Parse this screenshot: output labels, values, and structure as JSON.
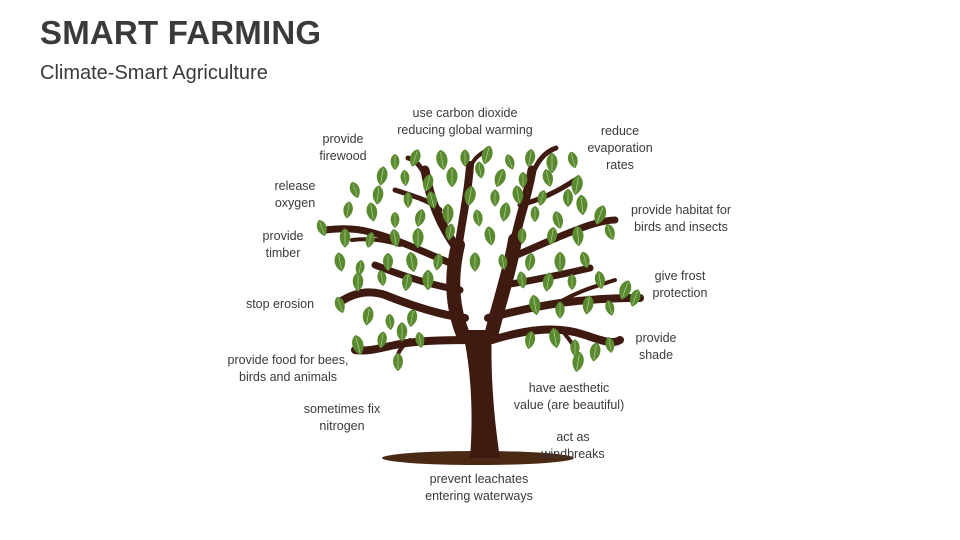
{
  "header": {
    "title": "SMART FARMING",
    "subtitle": "Climate-Smart Agriculture"
  },
  "colors": {
    "trunk": "#3e1a10",
    "leaf": "#5a8a2e",
    "leaf_vein": "#ffffff",
    "shadow": "#4a2a14",
    "text": "#3a3a3a"
  },
  "benefits": [
    "use carbon dioxide\nreducing global warming",
    "provide\nfirewood",
    "reduce\nevaporation\nrates",
    "release\noxygen",
    "provide habitat for\nbirds and insects",
    "provide\ntimber",
    "give frost\nprotection",
    "stop erosion",
    "provide\nshade",
    "provide food for bees,\nbirds and animals",
    "have aesthetic\nvalue (are beautiful)",
    "sometimes fix\nnitrogen",
    "act as\nwindbreaks",
    "prevent leachates\nentering waterways"
  ]
}
